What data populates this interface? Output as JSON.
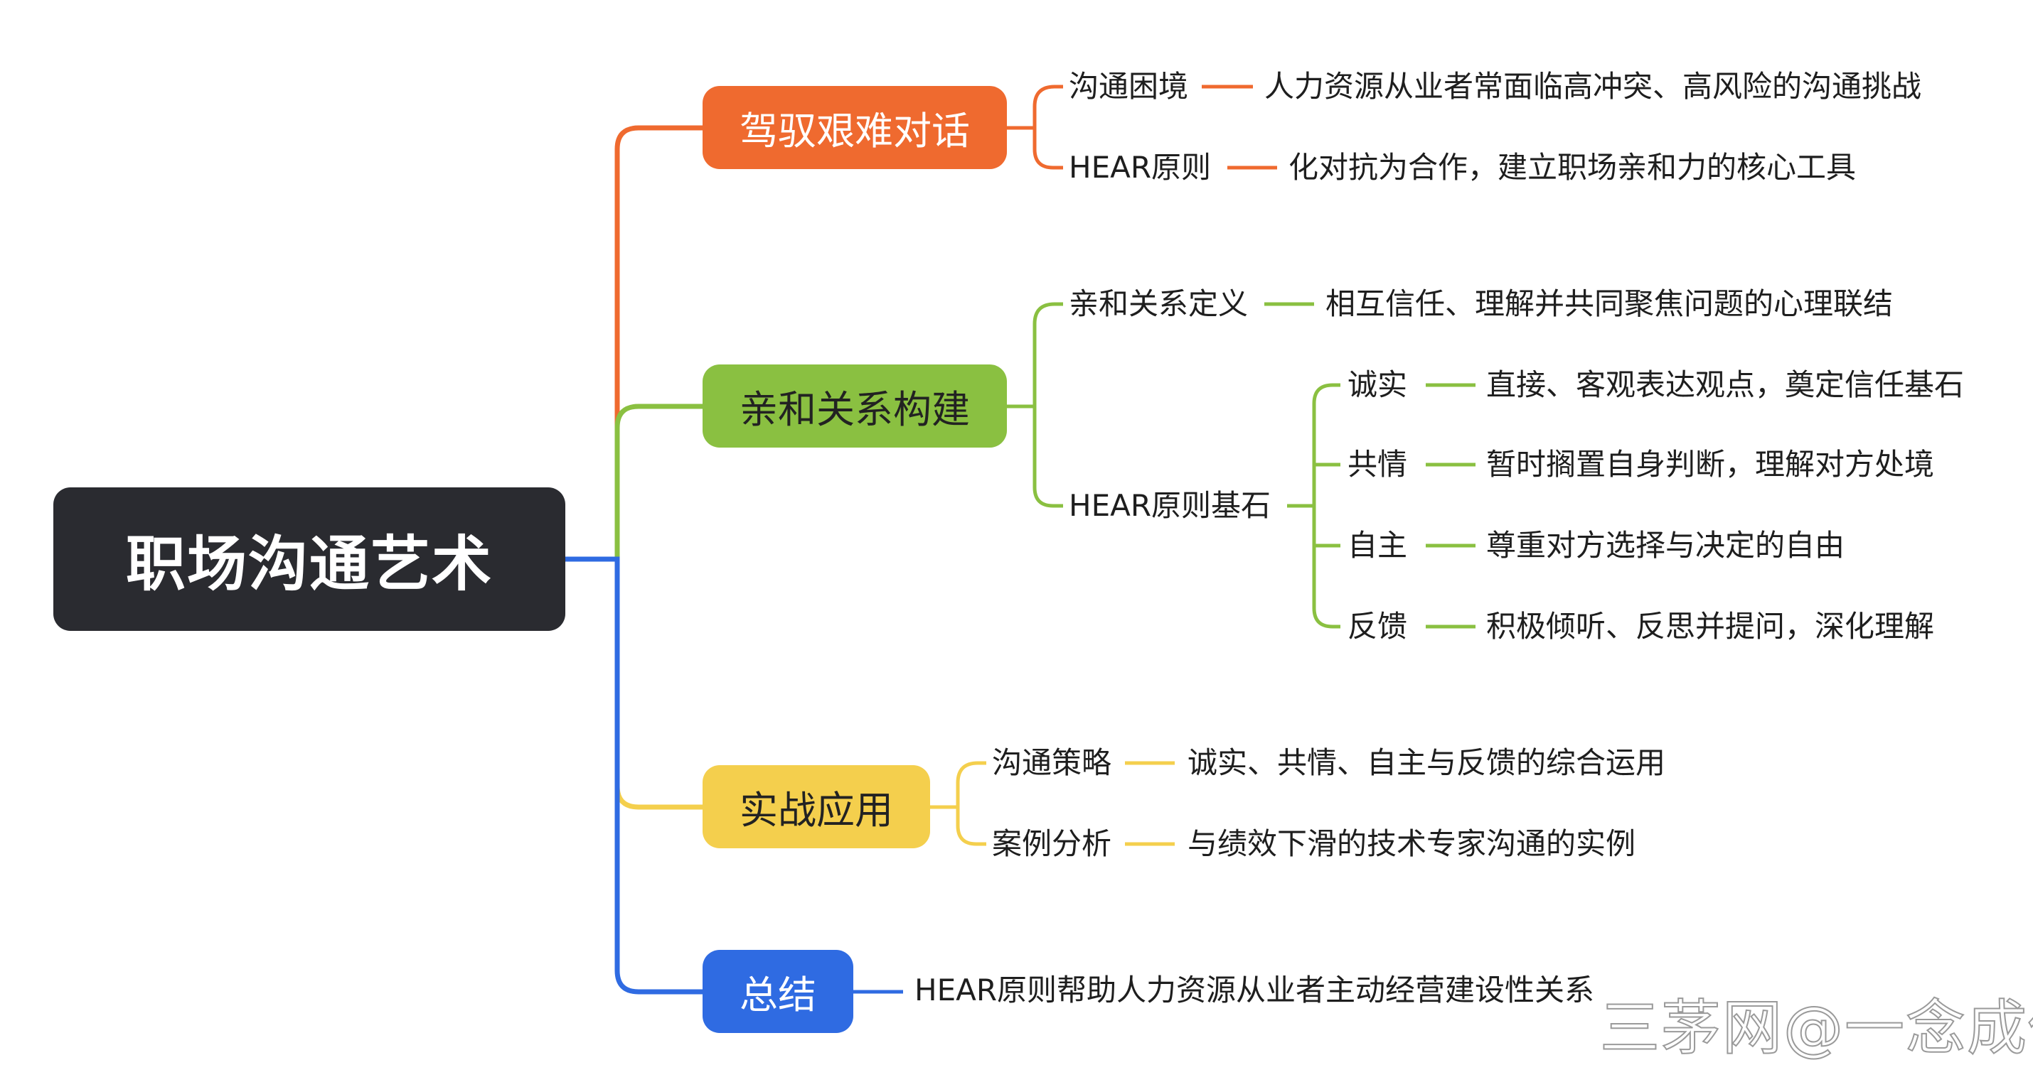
{
  "root": "职场沟通艺术",
  "branches": [
    {
      "label": "驾驭艰难对话",
      "color": "#ef6a2f",
      "items": [
        {
          "label": "沟通困境",
          "detail": "人力资源从业者常面临高冲突、高风险的沟通挑战"
        },
        {
          "label": "HEAR原则",
          "detail": "化对抗为合作，建立职场亲和力的核心工具"
        }
      ]
    },
    {
      "label": "亲和关系构建",
      "color": "#8ac041",
      "items": [
        {
          "label": "亲和关系定义",
          "detail": "相互信任、理解并共同聚焦问题的心理联结"
        },
        {
          "label": "HEAR原则基石",
          "children": [
            {
              "label": "诚实",
              "detail": "直接、客观表达观点，奠定信任基石"
            },
            {
              "label": "共情",
              "detail": "暂时搁置自身判断，理解对方处境"
            },
            {
              "label": "自主",
              "detail": "尊重对方选择与决定的自由"
            },
            {
              "label": "反馈",
              "detail": "积极倾听、反思并提问，深化理解"
            }
          ]
        }
      ]
    },
    {
      "label": "实战应用",
      "color": "#f4cf4d",
      "items": [
        {
          "label": "沟通策略",
          "detail": "诚实、共情、自主与反馈的综合运用"
        },
        {
          "label": "案例分析",
          "detail": "与绩效下滑的技术专家沟通的实例"
        }
      ]
    },
    {
      "label": "总结",
      "color": "#2f6be2",
      "detail": "HEAR原则帮助人力资源从业者主动经营建设性关系"
    }
  ],
  "watermark": "三茅网@一念成佛"
}
